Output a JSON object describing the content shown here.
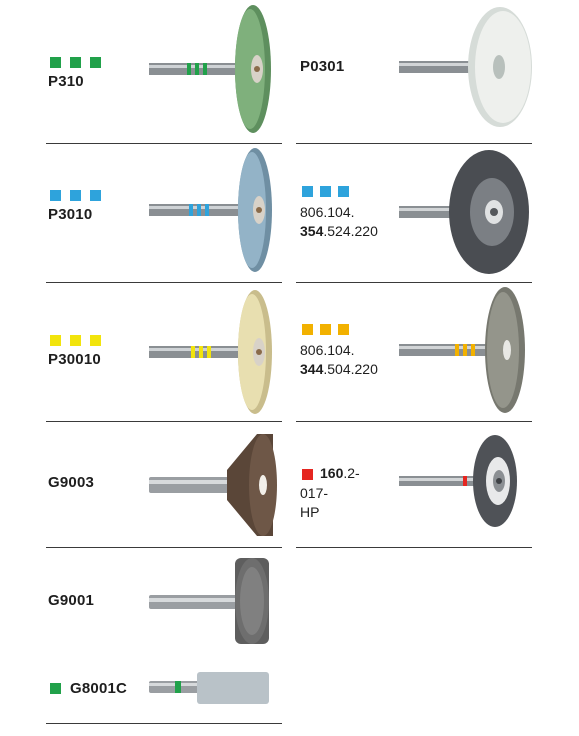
{
  "colors": {
    "green": "#21a14a",
    "blue": "#2ea3dc",
    "yellow": "#f2e40c",
    "gold": "#f2b100",
    "red": "#e52620",
    "rule": "#3a3a3a"
  },
  "products": {
    "p310": {
      "code": "P310",
      "squares": 3,
      "color": "green"
    },
    "p0301": {
      "code": "P0301",
      "squares": 0
    },
    "p3010": {
      "code": "P3010",
      "squares": 3,
      "color": "blue"
    },
    "p806_354": {
      "line1": "806.104.",
      "bold": "354",
      "rest": ".524.220",
      "squares": 3,
      "color": "blue"
    },
    "p30010": {
      "code": "P30010",
      "squares": 3,
      "color": "yellow"
    },
    "p806_344": {
      "line1": "806.104.",
      "bold": "344",
      "rest": ".504.220",
      "squares": 3,
      "color": "gold"
    },
    "g9003": {
      "code": "G9003",
      "squares": 0
    },
    "p160": {
      "bold": "160",
      "rest": ".2-",
      "line2": "017-HP",
      "squares": 1,
      "color": "red"
    },
    "g9001": {
      "code": "G9001",
      "squares": 0
    },
    "g8001c": {
      "code": "G8001C",
      "squares": 1,
      "color": "green"
    }
  }
}
